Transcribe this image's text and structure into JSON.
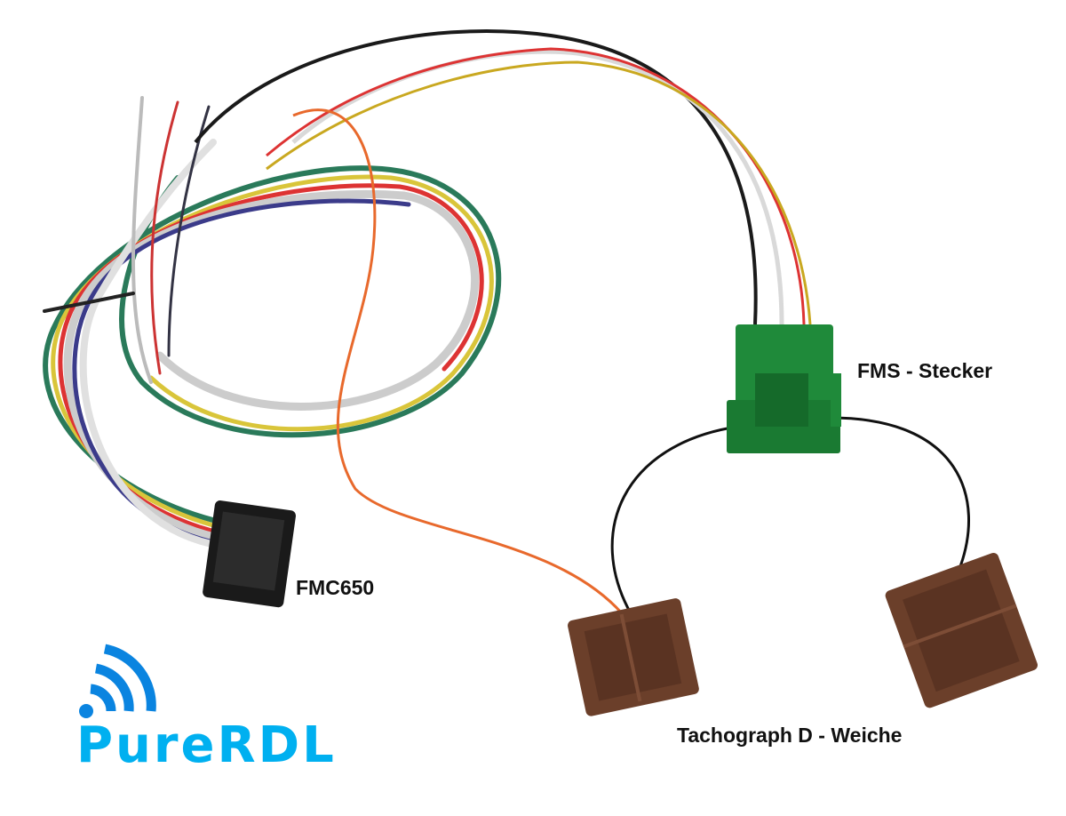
{
  "labels": {
    "fms": "FMS - Stecker",
    "fmc": "FMC650",
    "tacho": "Tachograph D - Weiche"
  },
  "logo": {
    "text": "PureRDL",
    "colors": {
      "text": "#00b0f0",
      "waves": "#0a84e0"
    }
  },
  "colors": {
    "green_connector": "#1f8a3a",
    "brown_connector": "#6b3f2a",
    "black_connector": "#1a1a1a",
    "orange_wire": "#e8692c"
  }
}
